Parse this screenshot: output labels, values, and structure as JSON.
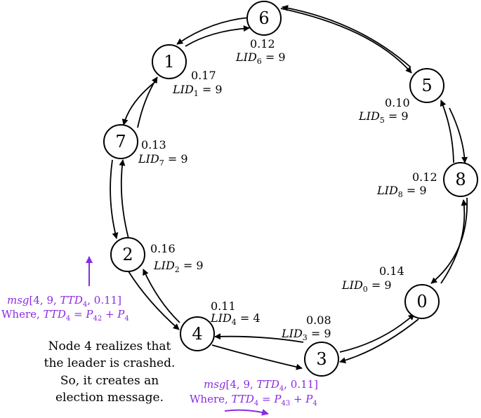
{
  "nodes": [
    {
      "id": "6",
      "value": "0.12",
      "lid_sub": "6",
      "lid_val": "9"
    },
    {
      "id": "1",
      "value": "0.17",
      "lid_sub": "1",
      "lid_val": "9"
    },
    {
      "id": "5",
      "value": "0.10",
      "lid_sub": "5",
      "lid_val": "9"
    },
    {
      "id": "7",
      "value": "0.13",
      "lid_sub": "7",
      "lid_val": "9"
    },
    {
      "id": "8",
      "value": "0.12",
      "lid_sub": "8",
      "lid_val": "9"
    },
    {
      "id": "2",
      "value": "0.16",
      "lid_sub": "2",
      "lid_val": "9"
    },
    {
      "id": "0",
      "value": "0.14",
      "lid_sub": "0",
      "lid_val": "9"
    },
    {
      "id": "4",
      "value": "0.11",
      "lid_sub": "4",
      "lid_val": "4"
    },
    {
      "id": "3",
      "value": "0.08",
      "lid_sub": "3",
      "lid_val": "9"
    }
  ],
  "lid_prefix": "LID",
  "equals": " = ",
  "msg_left": {
    "line1_func": "msg",
    "line1_args": "[4, 9, ",
    "line1_ttd": "TTD",
    "line1_ttd_sub": "4",
    "line1_end": ", 0.11]",
    "line2_where": "Where, ",
    "line2_ttd": "TTD",
    "line2_ttd_sub": "4",
    "line2_eq": " = ",
    "line2_p1": "P",
    "line2_p1_sub": "42",
    "line2_plus": " + ",
    "line2_p2": "P",
    "line2_p2_sub": "4"
  },
  "msg_bottom": {
    "line1_func": "msg",
    "line1_args": "[4, 9, ",
    "line1_ttd": "TTD",
    "line1_ttd_sub": "4",
    "line1_end": ", 0.11]",
    "line2_where": "Where, ",
    "line2_ttd": "TTD",
    "line2_ttd_sub": "4",
    "line2_eq": " = ",
    "line2_p1": "P",
    "line2_p1_sub": "43",
    "line2_plus": " + ",
    "line2_p2": "P",
    "line2_p2_sub": "4"
  },
  "note_lines": [
    "Node 4 realizes that",
    "the leader is crashed.",
    "So, it creates an",
    "election message."
  ],
  "colors": {
    "message": "#8a2be2",
    "stroke": "#000000"
  }
}
